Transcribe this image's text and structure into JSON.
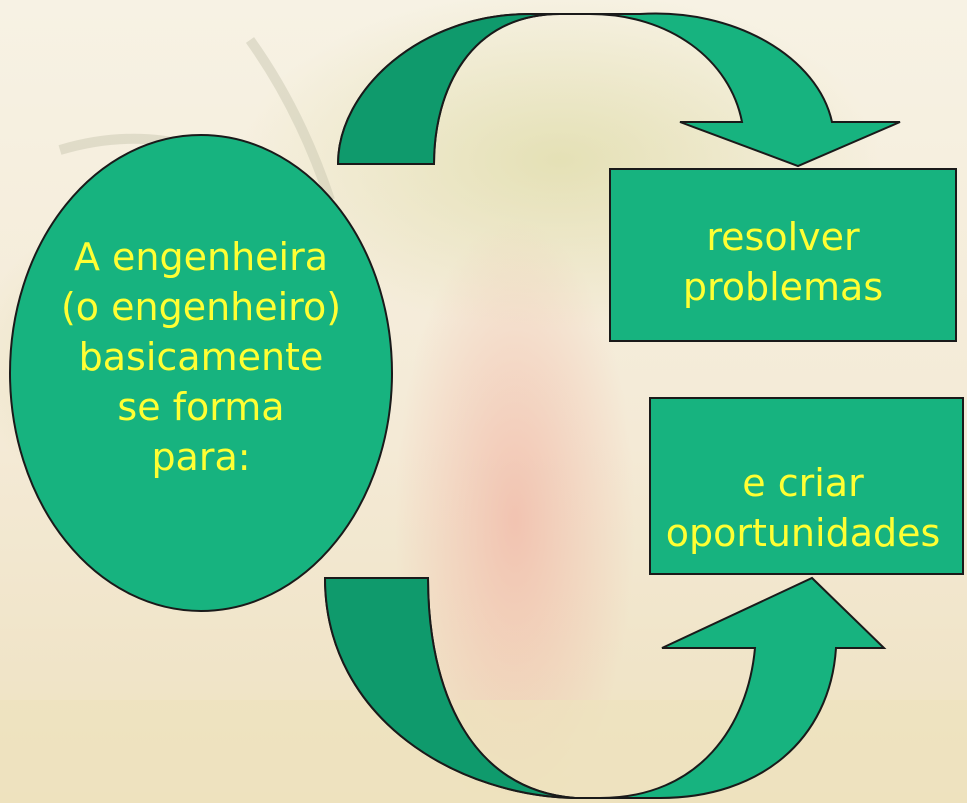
{
  "colors": {
    "shape_fill": "#17b37f",
    "arrow_dark": "#0f9a6c",
    "outline": "#1a1a1a",
    "text": "#ffff33",
    "background_top": "#f4eedd",
    "background_bottom": "#efe3c2"
  },
  "center": {
    "lines": [
      "A engenheira",
      "(o engenheiro)",
      "basicamente",
      "se forma",
      "para:"
    ]
  },
  "box_top": {
    "lines": [
      "resolver",
      "problemas"
    ]
  },
  "box_bottom": {
    "lines": [
      "e criar",
      "oportunidades"
    ]
  }
}
